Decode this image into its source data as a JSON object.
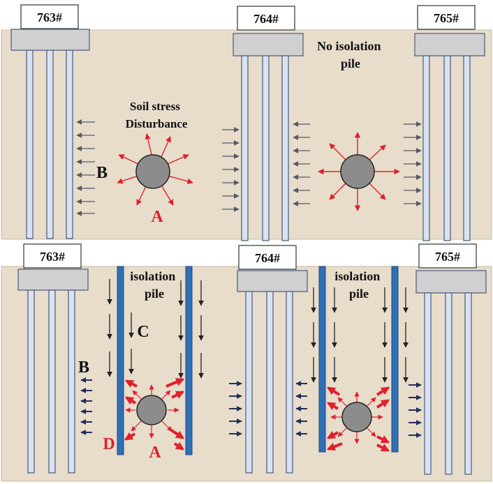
{
  "colors": {
    "soil": "#e8dccb",
    "pile_fill": "#d9e2f1",
    "pile_stroke": "#4a5a7a",
    "cap_fill": "#d0d0d0",
    "tunnel_fill": "#8c8c8c",
    "red_arrow": "#e0202a",
    "grey_arrow": "#555a66",
    "navy_arrow": "#1f2f5a",
    "isolation_pile": "#2f6fb5",
    "black_arrow": "#222222"
  },
  "top_panel": {
    "pier_labels": [
      "763#",
      "764#",
      "765#"
    ],
    "note": "No isolation\npile",
    "disturbance_label": "Soil stress\nDisturbance",
    "label_a": "A",
    "label_b": "B"
  },
  "bottom_panel": {
    "pier_labels": [
      "763#",
      "764#",
      "765#"
    ],
    "isolation_label_left": "isolation\npile",
    "isolation_label_right": "isolation\npile",
    "label_a": "A",
    "label_b": "B",
    "label_c": "C",
    "label_d": "D"
  }
}
